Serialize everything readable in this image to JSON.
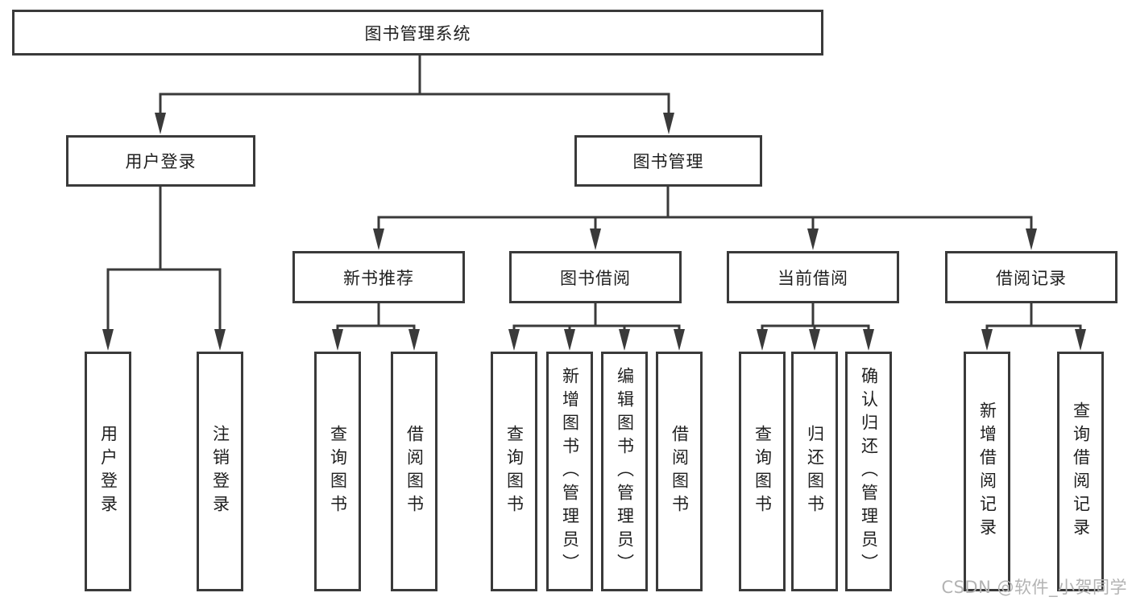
{
  "nodes": {
    "root": "图书管理系统",
    "user_login": "用户登录",
    "book_mgmt": "图书管理",
    "new_book": "新书推荐",
    "borrow": "图书借阅",
    "current": "当前借阅",
    "records": "借阅记录",
    "ul_login": "用户登录",
    "ul_logout": "注销登录",
    "nb_query": "查询图书",
    "nb_borrow": "借阅图书",
    "bb_query": "查询图书",
    "bb_add": "新增图书（管理员）",
    "bb_edit": "编辑图书（管理员）",
    "bb_borrow": "借阅图书",
    "cb_query": "查询图书",
    "cb_return": "归还图书",
    "cb_confirm": "确认归还（管理员）",
    "br_add": "新增借阅记录",
    "br_query": "查询借阅记录"
  },
  "watermark": {
    "text": "CSDN @软件_小贺同学"
  },
  "colors": {
    "line": "#3a3a3a",
    "text": "#1f1f1f",
    "watermark": "#b3b3b3",
    "background": "#ffffff"
  }
}
